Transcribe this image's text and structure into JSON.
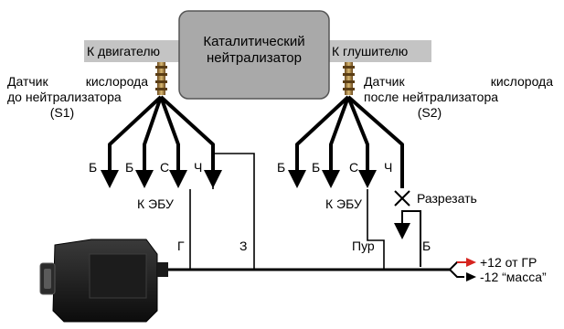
{
  "converter": {
    "line1": "Каталитический",
    "line2": "нейтрализатор"
  },
  "pipes": {
    "left": "К двигателю",
    "right": "К глушителю"
  },
  "sensor_left": {
    "line1_word1": "Датчик",
    "line1_word2": "кислорода",
    "line2": "до нейтрализатора",
    "line3": "(S1)"
  },
  "sensor_right": {
    "line1_word1": "Датчик",
    "line1_word2": "кислорода",
    "line2": "после нейтрализатора",
    "line3": "(S2)"
  },
  "left_wires": {
    "b1": "Б",
    "b2": "Б",
    "c": "С",
    "ch": "Ч",
    "ecu": "К ЭБУ"
  },
  "right_wires": {
    "b1": "Б",
    "b2": "Б",
    "c": "С",
    "ch": "Ч",
    "ecu": "К ЭБУ",
    "cut": "Разрезать"
  },
  "bus_labels": {
    "g": "Г",
    "z": "З",
    "pur": "Пур",
    "b": "Б"
  },
  "power": {
    "plus": "+12 от ГР",
    "minus": "-12 “масса”"
  },
  "colors": {
    "converter_fill": "#a9a9a9",
    "pipe_fill": "#c4c4c4",
    "plus_arrow": "#d6241f",
    "wire": "#000000"
  }
}
